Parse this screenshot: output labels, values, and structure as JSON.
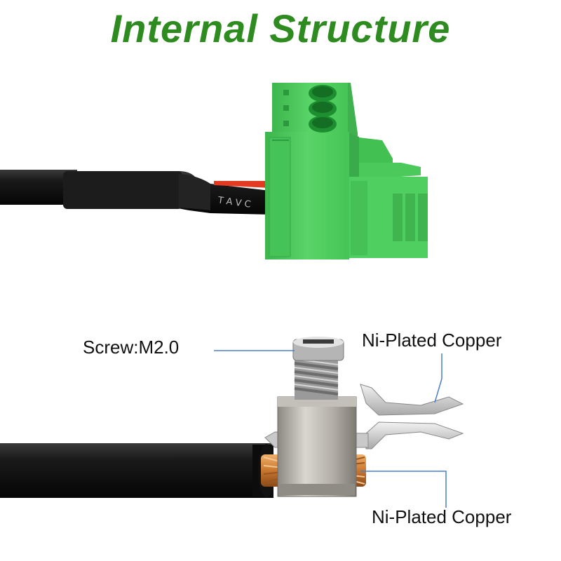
{
  "title": "Internal Structure",
  "labels": {
    "screw": "Screw:M2.0",
    "clamp_top": "Ni-Plated Copper",
    "clamp_bottom": "Ni-Plated Copper"
  },
  "colors": {
    "title": "#2e8b1f",
    "connector_green": "#4fcf5f",
    "cable_black": "#141414",
    "leader_line": "#4a7fc8",
    "wire_copper": "#c8772e",
    "wire_red": "#e33b22"
  }
}
